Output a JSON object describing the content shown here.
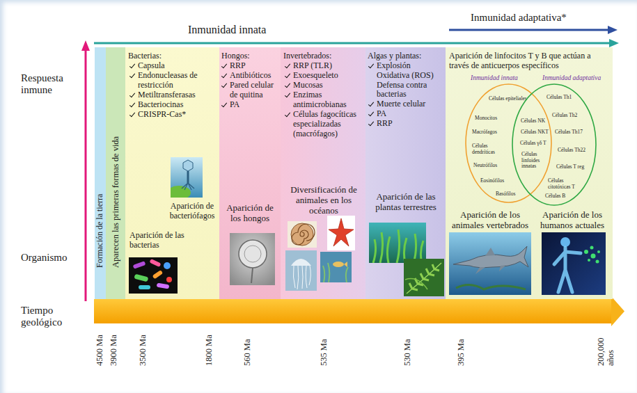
{
  "diagram": {
    "nodes": [
      {
        "text": [
          "Formación de la tierra"
        ]
      },
      {
        "text": [
          "Aparecen las primeras formas de vida"
        ]
      },
      {
        "text": [
          "Bacterias:",
          "Capsula",
          "Endonucleasas de restricción",
          "Metiltransferasas",
          "Bacteriocinas",
          "CRISPR-Cas*",
          "Aparición de bacteriófagos",
          "Aparición de las bacterias"
        ]
      },
      {
        "text": [
          "Hongos:",
          "RRP",
          "Antibióticos",
          "Pared celular de quitina",
          "PA",
          "Aparición de los hongos"
        ]
      },
      {
        "text": [
          "Invertebrados:",
          "RRP (TLR)",
          "Exoesqueleto",
          "Mucosas",
          "Enzimas antimicrobianas",
          "Células fagocíticas especializadas (macrófagos)",
          "Diversificación de animales en los océanos"
        ]
      },
      {
        "text": [
          "Algas y plantas:",
          "Explosión Oxidativa (ROS) Defensa contra bacterias",
          "Muerte celular",
          "PA",
          "RRP",
          "Aparición de las plantas terrestres"
        ]
      },
      {
        "text": [
          "Aparición de linfocitos T y B que actúan a través de anticuerpos específicos",
          "Aparición de los animales vertebrados",
          "Aparición de los humanos actuales"
        ]
      },
      {
        "text": [
          "Inmunidad innata",
          "Células epiteliales",
          "Monocitos",
          "Macrófagos",
          "Células dendríticas",
          "Neutrófilos",
          "Eosinófilos",
          "Basófilos"
        ],
        "in": 6
      },
      {
        "text": [
          "Inmunidad adaptativa",
          "Células Th1",
          "Células Th2",
          "Células Th17",
          "Células Th22",
          "Células T reg",
          "Células citotóxicas T",
          "Células B"
        ],
        "in": 6
      }
    ],
    "labels": [
      "Inmunidad innata",
      "Inmunidad adaptativa*",
      "Respuesta inmune",
      "Organismo",
      "Tiempo geológico",
      "4500 Ma",
      "3900 Ma",
      "3500 Ma",
      "1800 Ma",
      "560 Ma",
      "535 Ma",
      "530 Ma",
      "395 Ma",
      "200,000 años",
      "Células NK",
      "Células NKT",
      "Células γδ T",
      "Células linfoides innatas"
    ]
  }
}
